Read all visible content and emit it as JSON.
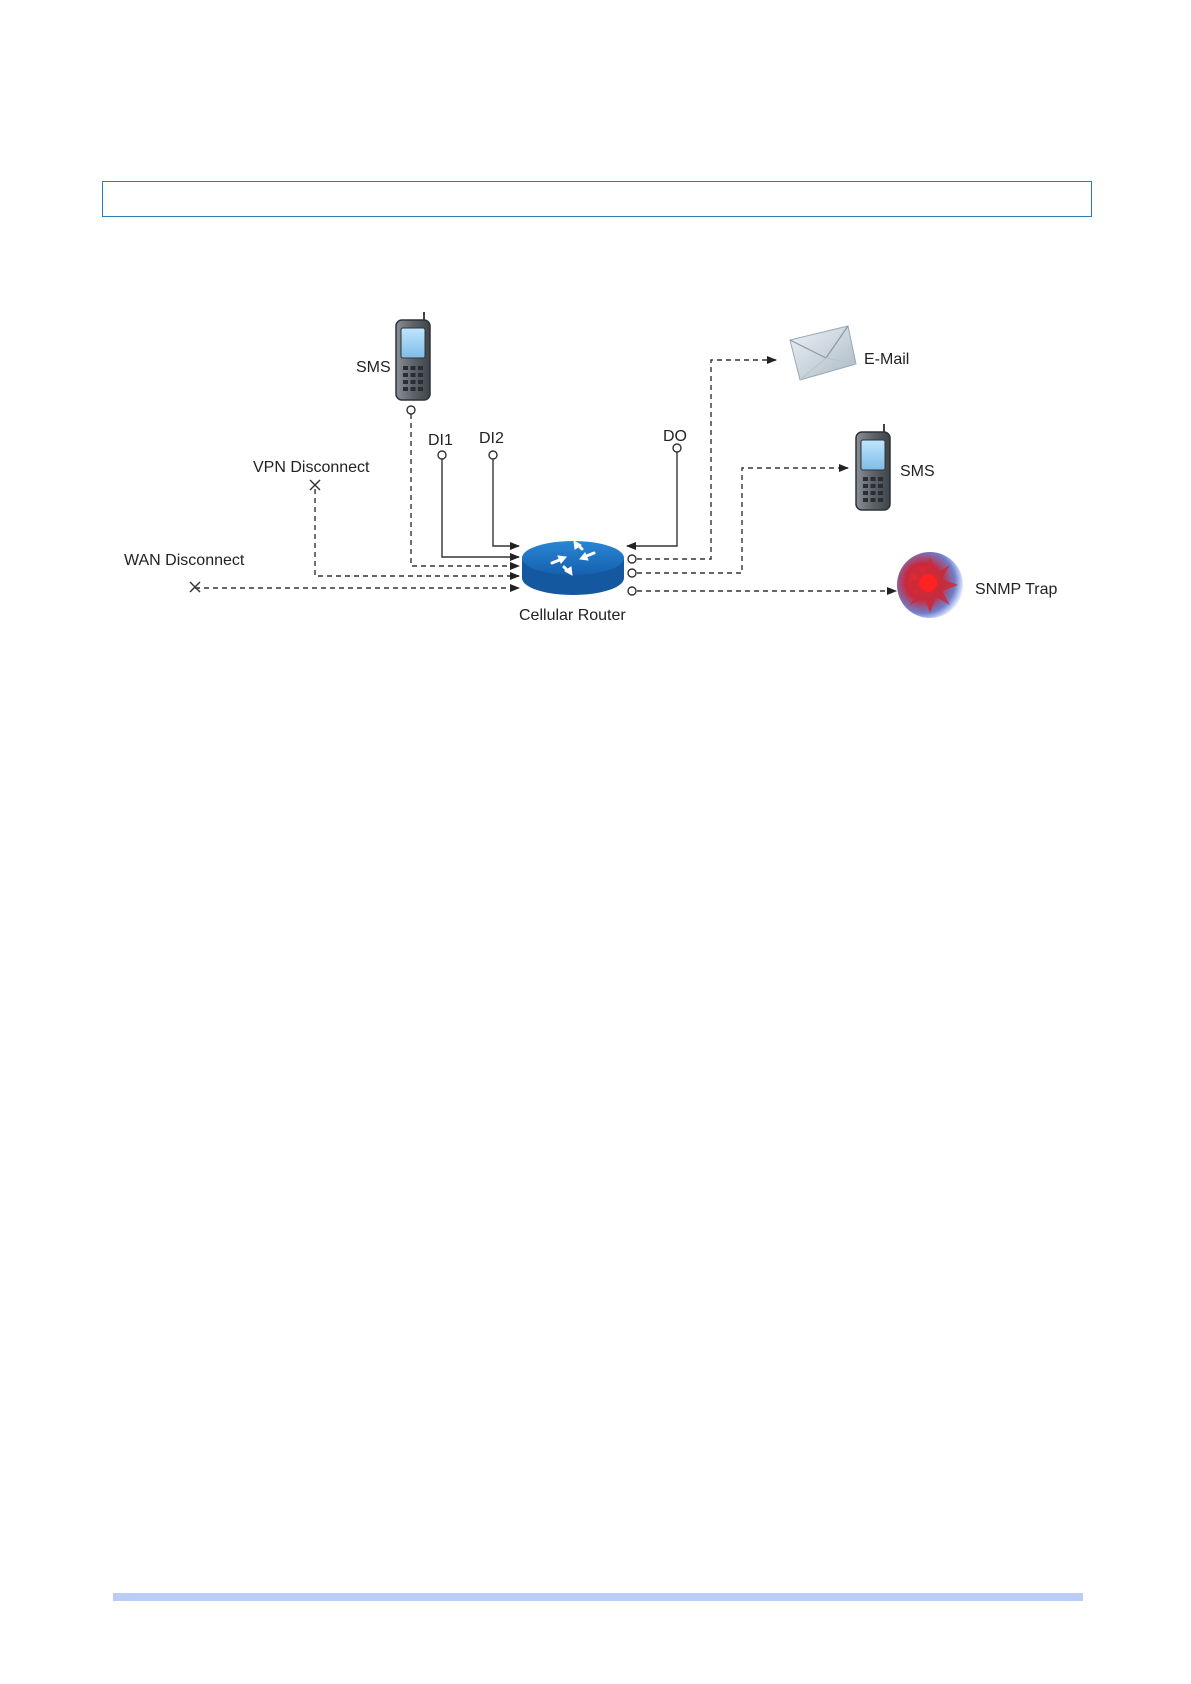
{
  "header": {
    "box_text": ""
  },
  "diagram": {
    "nodes": {
      "sms_in": "SMS",
      "di1": "DI1",
      "di2": "DI2",
      "do": "DO",
      "vpn_disconnect": "VPN Disconnect",
      "wan_disconnect": "WAN Disconnect",
      "router": "Cellular Router",
      "email": "E-Mail",
      "sms_out": "SMS",
      "snmp_trap": "SNMP Trap"
    },
    "edges": [
      {
        "from": "sms_in",
        "to": "router",
        "style": "dashed"
      },
      {
        "from": "di1",
        "to": "router",
        "style": "solid"
      },
      {
        "from": "di2",
        "to": "router",
        "style": "solid"
      },
      {
        "from": "do",
        "to": "router",
        "style": "solid"
      },
      {
        "from": "vpn_disconnect",
        "to": "router",
        "style": "dashed"
      },
      {
        "from": "wan_disconnect",
        "to": "router",
        "style": "dashed"
      },
      {
        "from": "router",
        "to": "email",
        "style": "dashed"
      },
      {
        "from": "router",
        "to": "sms_out",
        "style": "dashed"
      },
      {
        "from": "router",
        "to": "snmp_trap",
        "style": "dashed"
      }
    ],
    "colors": {
      "router": "#1f6fbf",
      "lines": "#333333",
      "footer_bar": "#b9cdf7"
    }
  }
}
